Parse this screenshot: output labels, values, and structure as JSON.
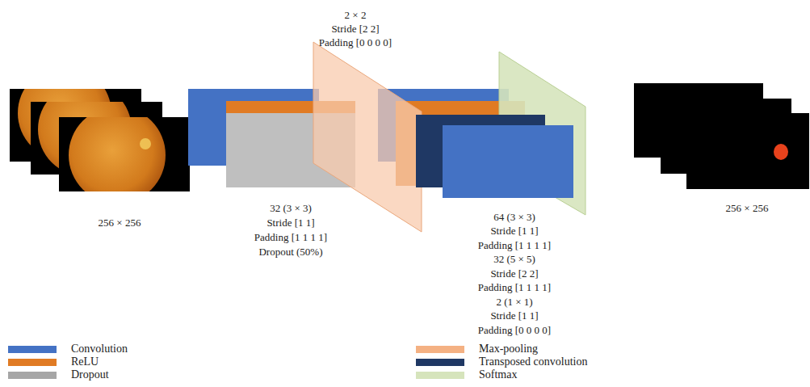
{
  "diagram": {
    "labels": [
      "2 × 2",
      "Stride [2 2]",
      "Padding [0 0 0 0]",
      "256 × 256",
      "32 (3 × 3)",
      "Stride [1 1]",
      "Padding [1 1 1 1]",
      "Dropout (50%)",
      "64 (3 × 3)",
      "Stride [1 1]",
      "Padding [1 1 1 1]",
      "32 (5 × 5)",
      "Stride [2 2]",
      "Padding [1 1 1 1]",
      "2 (1 × 1)",
      "Stride [1 1]",
      "Padding [0 0 0 0]",
      "256 × 256"
    ],
    "legend": [
      {
        "text": "Convolution",
        "color": "#4472c4"
      },
      {
        "text": "ReLU",
        "color": "#e07b24"
      },
      {
        "text": "Dropout",
        "color": "#a6a6a6"
      },
      {
        "text": "Max-pooling",
        "color": "#f4b183"
      },
      {
        "text": "Transposed convolution",
        "color": "#1f3864"
      },
      {
        "text": "Softmax",
        "color": "#d6e4bc"
      }
    ]
  }
}
